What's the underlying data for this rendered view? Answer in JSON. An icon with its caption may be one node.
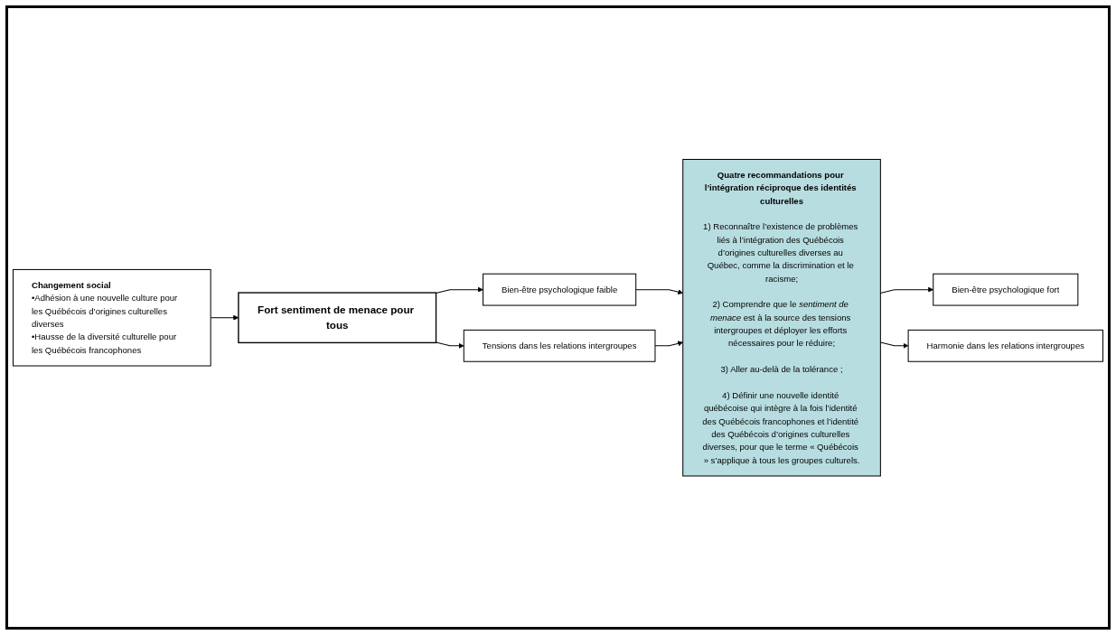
{
  "diagram": {
    "nodes": [
      {
        "text": [
          "Changement social",
          "•Adhésion à une nouvelle culture pour les Québécois d’origines culturelles diverses",
          "•Hausse de la diversité culturelle pour les Québécois francophones"
        ]
      },
      {
        "text": [
          "Fort sentiment de menace pour tous"
        ]
      },
      {
        "text": [
          "Bien-être psychologique faible"
        ]
      },
      {
        "text": [
          "Tensions dans les relations intergroupes"
        ]
      },
      {
        "text": [
          "Quatre recommandations pour l’intégration réciproque des identités culturelles",
          "1) Reconnaître l’existence de problèmes liés à l’intégration des Québécois d’origines culturelles diverses au Québec, comme la discrimination et le racisme;",
          "2) Comprendre que le *sentiment de menace* est à la source des tensions intergroupes et déployer les efforts nécessaires pour le réduire;",
          "3) Aller au-delà de la tolérance ;",
          "4) Définir une nouvelle identité québécoise qui intègre à la fois l’identité des Québécois francophones et l’identité des Québécois d’origines culturelles diverses, pour que le terme « Québécois » s’applique à tous les groupes culturels."
        ]
      },
      {
        "text": [
          "Bien-être psychologique fort"
        ]
      },
      {
        "text": [
          "Harmonie dans les relations intergroupes"
        ]
      }
    ],
    "edges": [
      {
        "from": 0,
        "to": 1,
        "arrow": "to"
      },
      {
        "from": 1,
        "to": 2,
        "arrow": "to"
      },
      {
        "from": 1,
        "to": 3,
        "arrow": "to"
      },
      {
        "from": 2,
        "to": 4,
        "arrow": "to"
      },
      {
        "from": 3,
        "to": 4,
        "arrow": "to"
      },
      {
        "from": 4,
        "to": 5,
        "arrow": "to"
      },
      {
        "from": 4,
        "to": 6,
        "arrow": "to"
      }
    ]
  }
}
